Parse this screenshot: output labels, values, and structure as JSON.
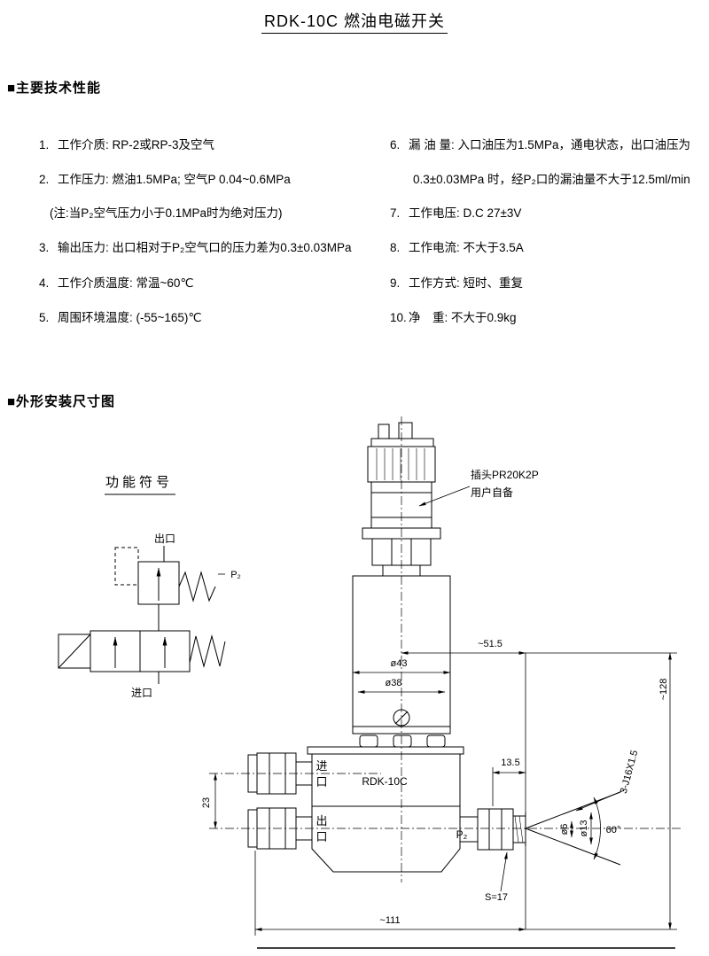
{
  "title": "RDK-10C 燃油电磁开关",
  "sections": {
    "specs_header": "■主要技术性能",
    "dimensions_header": "■外形安装尺寸图"
  },
  "specs": {
    "left": [
      {
        "num": "1.",
        "text": "工作介质: RP-2或RP-3及空气"
      },
      {
        "num": "2.",
        "text": "工作压力: 燃油1.5MPa; 空气P 0.04~0.6MPa"
      },
      {
        "num": "",
        "text": "(注:当P₂空气压力小于0.1MPa时为绝对压力)"
      },
      {
        "num": "3.",
        "text": "输出压力: 出口相对于P₂空气口的压力差为0.3±0.03MPa"
      },
      {
        "num": "4.",
        "text": "工作介质温度: 常温~60℃"
      },
      {
        "num": "5.",
        "text": "周围环境温度: (-55~165)℃"
      }
    ],
    "right": [
      {
        "num": "6.",
        "text": "漏 油 量: 入口油压为1.5MPa，通电状态，出口油压为"
      },
      {
        "num": "",
        "text": "0.3±0.03MPa 时，经P₂口的漏油量不大于12.5ml/min"
      },
      {
        "num": "7.",
        "text": "工作电压: D.C 27±3V"
      },
      {
        "num": "8.",
        "text": "工作电流: 不大于3.5A"
      },
      {
        "num": "9.",
        "text": "工作方式: 短时、重复"
      },
      {
        "num": "10.",
        "text": "净　重: 不大于0.9kg"
      }
    ]
  },
  "diagram": {
    "labels": {
      "func_title": "功能符号",
      "outlet": "出口",
      "inlet": "进口",
      "p2_symbol": "P₂",
      "plug1": "插头PR20K2P",
      "plug2": "用户自备",
      "model": "RDK-10C",
      "inlet_v": "进口",
      "outlet_v": "出口",
      "p2_port": "P₂"
    },
    "dims": {
      "d51_5": "~51.5",
      "d43": "ø43",
      "d38": "ø38",
      "d128": "~128",
      "d13_5": "13.5",
      "thread": "3-J16X1.5",
      "d23": "23",
      "a60": "60°",
      "d6": "ø6",
      "d13": "ø13",
      "s17": "S=17",
      "d111": "~111"
    }
  }
}
